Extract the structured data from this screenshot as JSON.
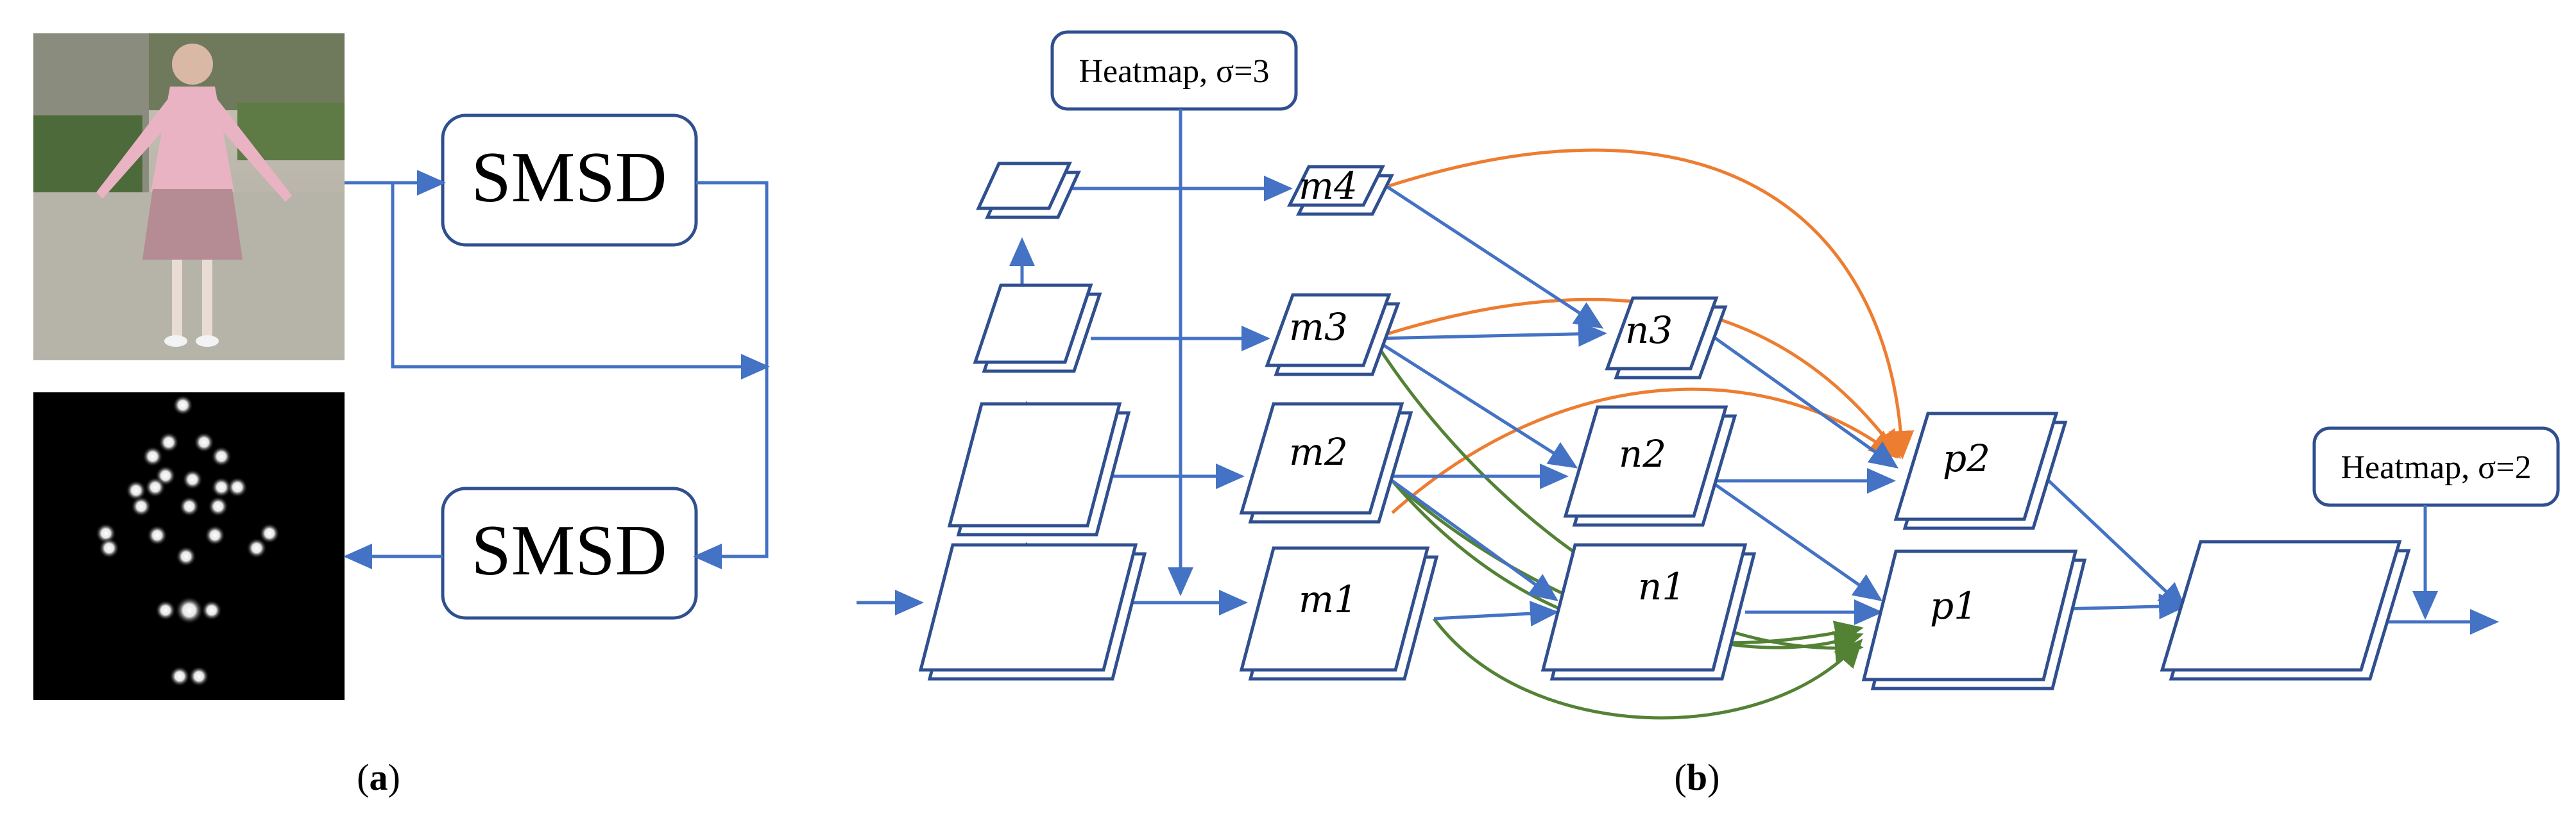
{
  "panel_a": {
    "photo_alt": "photo of a standing person",
    "heatmap_alt": "keypoint heatmap",
    "block_top": "SMSD",
    "block_bottom": "SMSD",
    "caption_open": "(",
    "caption_letter": "a",
    "caption_close": ")"
  },
  "panel_b": {
    "heatmap_top": "Heatmap, σ=3",
    "heatmap_right": "Heatmap, σ=2",
    "nodes": {
      "m4": "m4",
      "m3": "m3",
      "m2": "m2",
      "m1": "m1",
      "n3": "n3",
      "n2": "n2",
      "n1": "n1",
      "p2": "p2",
      "p1": "p1"
    },
    "caption_open": "(",
    "caption_letter": "b",
    "caption_close": ")"
  },
  "colors": {
    "line": "#4472c4",
    "box_stroke": "#2f4f8f",
    "orange": "#ed7d31",
    "green": "#548235"
  }
}
